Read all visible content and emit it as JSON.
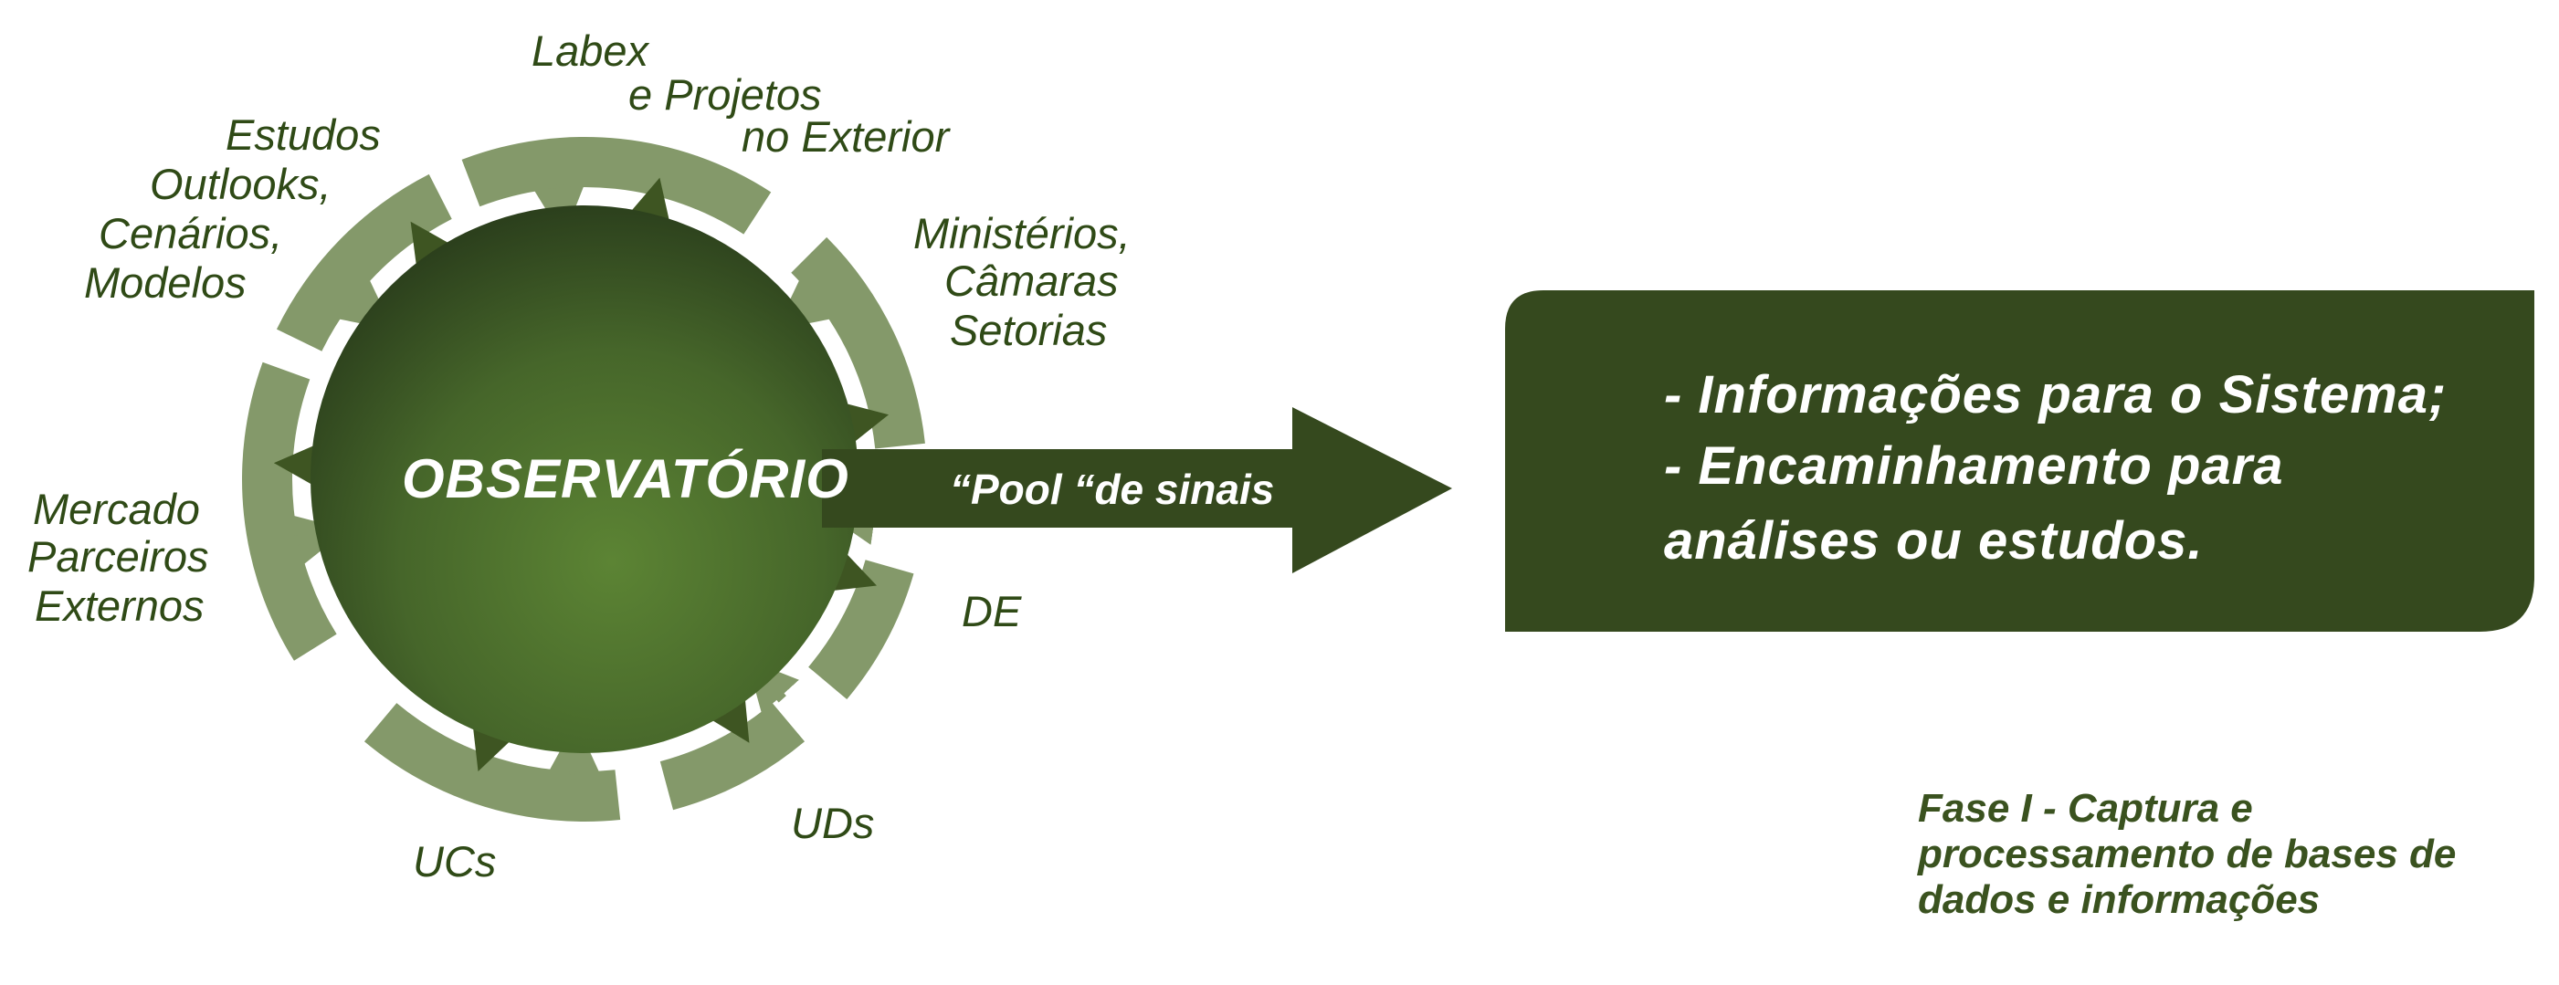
{
  "diagram": {
    "center": {
      "title": "OBSERVATÓRIO"
    },
    "arrow": {
      "label": "“Pool “de sinais"
    },
    "sources": {
      "labex": [
        "Labex",
        "e Projetos",
        "no Exterior"
      ],
      "estudos": [
        "Estudos",
        "Outlooks,",
        "Cenários,",
        "Modelos"
      ],
      "ministerios": [
        "Ministérios,",
        "Câmaras",
        "Setorias"
      ],
      "mercado": [
        "Mercado",
        "Parceiros",
        "Externos"
      ],
      "de": [
        "DE"
      ],
      "ucs": [
        "UCs"
      ],
      "uds": [
        "UDs"
      ]
    },
    "output_box": {
      "lines": [
        "- Informações para o Sistema;",
        "- Encaminhamento para",
        "análises ou estudos."
      ]
    },
    "caption": [
      "Fase I - Captura e",
      "processamento de bases de",
      "dados e informações"
    ]
  },
  "colors": {
    "dark_green": "#35491e",
    "circle_light": "#5b8232",
    "arc_green": "#84996a",
    "text_green": "#2f4a16"
  }
}
